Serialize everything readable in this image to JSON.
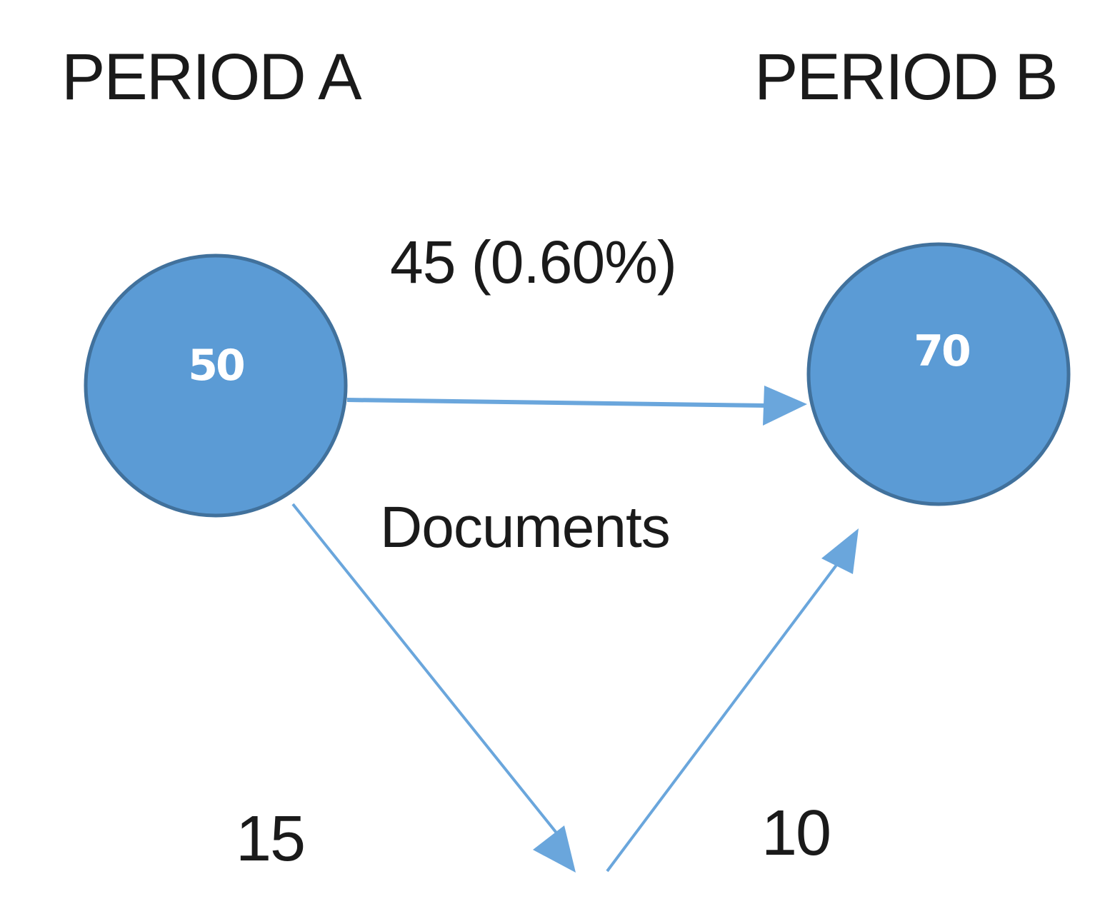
{
  "headers": {
    "period_a": "PERIOD A",
    "period_b": "PERIOD B"
  },
  "nodes": {
    "period_a_value": "50",
    "period_b_value": "70"
  },
  "flows": {
    "direct_label": "45 (0.60%)",
    "via_label": "Documents",
    "outgoing_value": "15",
    "incoming_value": "10"
  },
  "colors": {
    "node_fill": "#5b9bd5",
    "node_stroke": "#41719c",
    "arrow": "#6aa6dc",
    "text": "#1a1a1a"
  }
}
